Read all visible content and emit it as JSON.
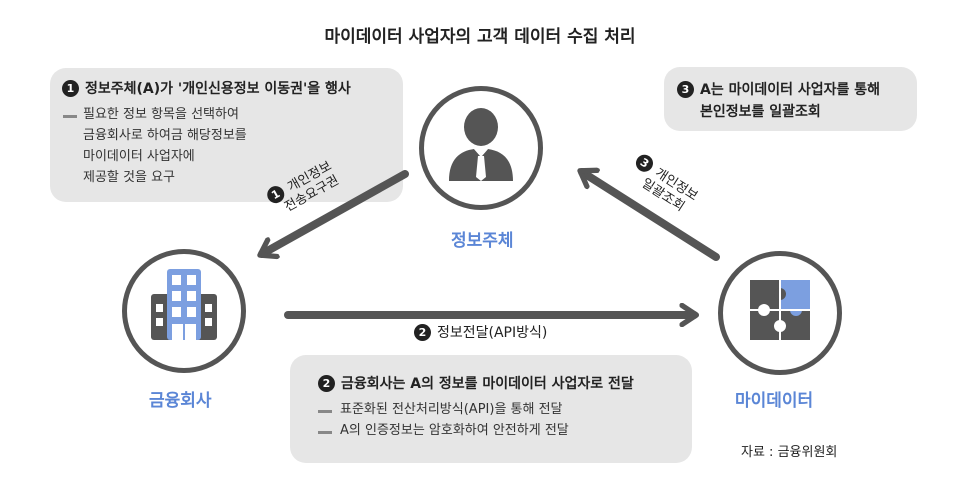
{
  "title": "마이데이터 사업자의 고객 데이터 수집 처리",
  "box1": {
    "number": "1",
    "heading": "정보주체(A)가 '개인신용정보 이동권'을 행사",
    "lines": [
      "필요한 정보 항목을 선택하여",
      "금융회사로 하여금 해당정보를",
      "마이데이터 사업자에",
      "제공할 것을 요구"
    ]
  },
  "box2": {
    "number": "2",
    "heading": "금융회사는 A의 정보를 마이데이터 사업자로 전달",
    "items": [
      "표준화된 전산처리방식(API)을 통해 전달",
      "A의 인증정보는 암호화하여 안전하게 전달"
    ]
  },
  "box3": {
    "number": "3",
    "line1": "A는 마이데이터 사업자를 통해",
    "line2": "본인정보를 일괄조회"
  },
  "nodes": {
    "subject": "정보주체",
    "finance": "금융회사",
    "mydata": "마이데이터"
  },
  "arrows": {
    "a1": {
      "number": "1",
      "line1": "개인정보",
      "line2": "전송요구권"
    },
    "a2": {
      "number": "2",
      "text": "정보전달(API방식)"
    },
    "a3": {
      "number": "3",
      "line1": "개인정보",
      "line2": "일괄조회"
    }
  },
  "source": "자료 : 금융위원회",
  "colors": {
    "accent": "#5b86d6",
    "icon": "#555555",
    "box": "#e6e6e6"
  }
}
